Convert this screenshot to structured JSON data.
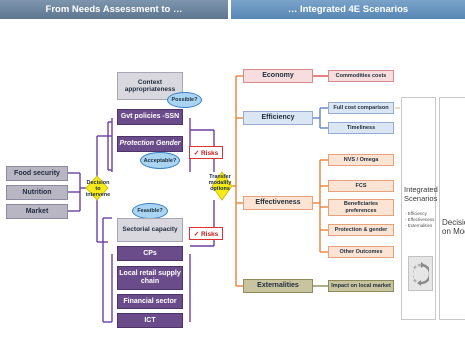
{
  "headers": {
    "left": "From Needs Assessment to …",
    "right": "… Integrated 4E Scenarios"
  },
  "needs": [
    "Food security",
    "Nutrition",
    "Market"
  ],
  "decision_diamond": "Decision to intervene",
  "context": {
    "title": "Context appropriateness",
    "items": [
      "Gvt policies -SSN",
      "Protection Gender"
    ],
    "possible": "Possible?",
    "acceptable": "Acceptable?"
  },
  "sectorial": {
    "title": "Sectorial capacity",
    "feasible": "Feasible?",
    "items": [
      "CPs",
      "Local retail supply chain",
      "Financial sector",
      "ICT"
    ]
  },
  "risks": [
    "✓ Risks",
    "✓ Risks"
  ],
  "transfer_diamond": "Transfer modality options",
  "criteria": {
    "economy": "Economy",
    "efficiency": "Efficiency",
    "effectiveness": "Effectiveness",
    "externalities": "Externalities"
  },
  "sub_items": {
    "economy": [
      "Commodities costs"
    ],
    "efficiency": [
      "Full cost comparison",
      "Timeliness"
    ],
    "effectiveness": [
      "NVS / Omega",
      "FCS",
      "Beneficiaries preferences",
      "Protection & gender",
      "Other Outcomes"
    ],
    "externalities": [
      "Impact on local market"
    ]
  },
  "scenarios": {
    "title": "Integrated Scenarios",
    "list": [
      "- Efficiency",
      "- Effectiveness",
      "- Externalities"
    ],
    "icon": "cycle-icon"
  },
  "decision_panel": "Decision on Modali",
  "colors": {
    "purple_line": "#6b3fa0",
    "orange_line": "#e8823a",
    "blue_line": "#5e86c0",
    "diamond": "#f5ea1a",
    "risk": "#e03030"
  }
}
